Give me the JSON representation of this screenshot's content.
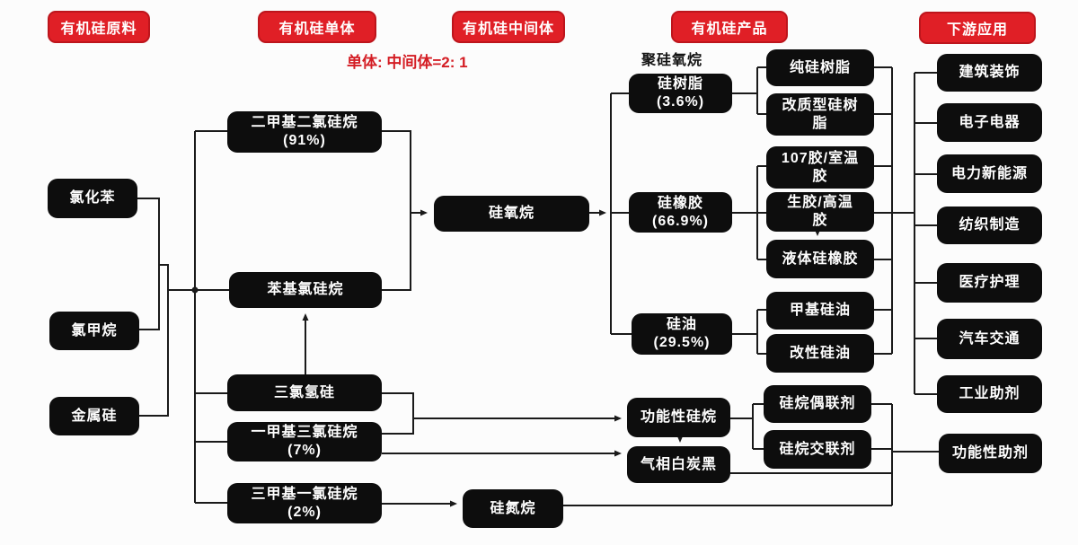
{
  "note": "单体: 中间体=2: 1",
  "group_label": "聚硅氧烷",
  "colors": {
    "header_red": "#e01f26",
    "header_border": "#bd151c",
    "node_black": "#0d0d0d",
    "line_black": "#1a1a1a",
    "note_red": "#d41d24"
  },
  "headers": [
    {
      "id": "raw-materials",
      "label": "有机硅原料"
    },
    {
      "id": "monomers",
      "label": "有机硅单体"
    },
    {
      "id": "intermediates",
      "label": "有机硅中间体"
    },
    {
      "id": "products",
      "label": "有机硅产品"
    },
    {
      "id": "downstream-applications",
      "label": "下游应用"
    }
  ],
  "nodes": [
    {
      "id": "chlorobenzene",
      "lines": [
        "氯化苯"
      ]
    },
    {
      "id": "chloromethane",
      "lines": [
        "氯甲烷"
      ]
    },
    {
      "id": "silicon-metal",
      "lines": [
        "金属硅"
      ]
    },
    {
      "id": "dimethyl-dichlorosilane",
      "lines": [
        "二甲基二氯硅烷",
        "(91%)"
      ]
    },
    {
      "id": "phenyl-chlorosilane",
      "lines": [
        "苯基氯硅烷"
      ]
    },
    {
      "id": "trichlorosilane",
      "lines": [
        "三氯氢硅"
      ]
    },
    {
      "id": "methyl-trichlorosilane",
      "lines": [
        "一甲基三氯硅烷",
        "(7%)"
      ]
    },
    {
      "id": "trimethyl-chlorosilane",
      "lines": [
        "三甲基一氯硅烷",
        "(2%)"
      ]
    },
    {
      "id": "siloxane",
      "lines": [
        "硅氧烷"
      ]
    },
    {
      "id": "silicone-resin",
      "lines": [
        "硅树脂",
        "(3.6%)"
      ]
    },
    {
      "id": "silicone-rubber",
      "lines": [
        "硅橡胶",
        "(66.9%)"
      ]
    },
    {
      "id": "silicone-oil",
      "lines": [
        "硅油",
        "(29.5%)"
      ]
    },
    {
      "id": "pure-silicone-resin",
      "lines": [
        "纯硅树脂"
      ]
    },
    {
      "id": "modified-silicone-resin",
      "lines": [
        "改质型硅树",
        "脂"
      ]
    },
    {
      "id": "rtv-107-glue",
      "lines": [
        "107胶/室温",
        "胶"
      ]
    },
    {
      "id": "raw-high-temp-glue",
      "lines": [
        "生胶/高温",
        "胶"
      ]
    },
    {
      "id": "liquid-silicone-rubber",
      "lines": [
        "液体硅橡胶"
      ]
    },
    {
      "id": "methyl-silicone-oil",
      "lines": [
        "甲基硅油"
      ]
    },
    {
      "id": "modified-silicone-oil",
      "lines": [
        "改性硅油"
      ]
    },
    {
      "id": "silane-coupling-agent",
      "lines": [
        "硅烷偶联剂"
      ]
    },
    {
      "id": "silane-crosslinking-agent",
      "lines": [
        "硅烷交联剂"
      ]
    },
    {
      "id": "functional-silane",
      "lines": [
        "功能性硅烷"
      ]
    },
    {
      "id": "fumed-silica",
      "lines": [
        "气相白炭黑"
      ]
    },
    {
      "id": "silazane",
      "lines": [
        "硅氮烷"
      ]
    },
    {
      "id": "construction-decoration",
      "lines": [
        "建筑装饰"
      ]
    },
    {
      "id": "electronics",
      "lines": [
        "电子电器"
      ]
    },
    {
      "id": "power-new-energy",
      "lines": [
        "电力新能源"
      ]
    },
    {
      "id": "textile-manufacturing",
      "lines": [
        "纺织制造"
      ]
    },
    {
      "id": "medical-care",
      "lines": [
        "医疗护理"
      ]
    },
    {
      "id": "automotive-transport",
      "lines": [
        "汽车交通"
      ]
    },
    {
      "id": "industrial-additives",
      "lines": [
        "工业助剂"
      ]
    },
    {
      "id": "functional-additives",
      "lines": [
        "功能性助剂"
      ]
    }
  ]
}
